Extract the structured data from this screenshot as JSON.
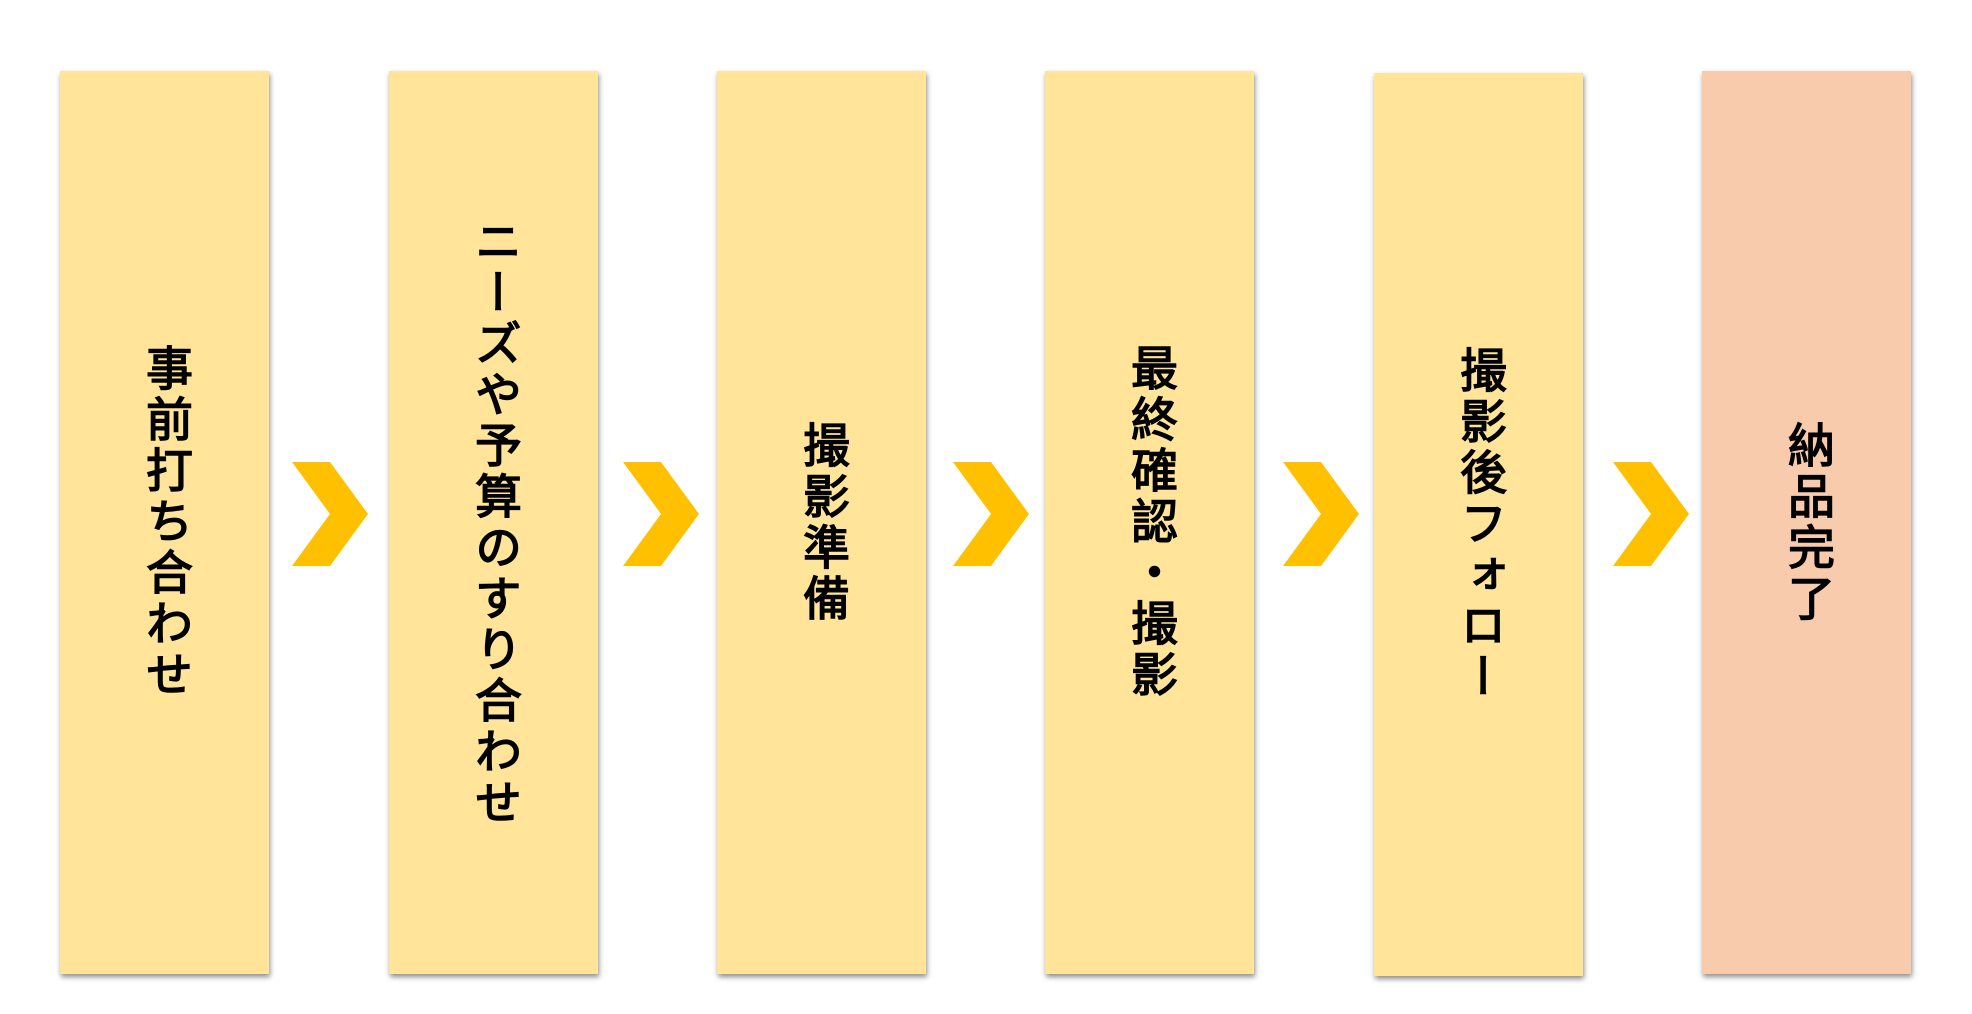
{
  "colors": {
    "step_fill": "#FFE499",
    "final_step_fill": "#F8CBAD",
    "chevron": "#FFC000",
    "text": "#000000",
    "background": "#FFFFFF"
  },
  "flow": {
    "steps": [
      {
        "label": "事前打ち合わせ"
      },
      {
        "label": "ニーズや予算のすり合わせ"
      },
      {
        "label": "撮影準備"
      },
      {
        "label": "最終確認・撮影"
      },
      {
        "label": "撮影後フォロー"
      },
      {
        "label": "納品完了"
      }
    ],
    "connectors": [
      {
        "icon": "chevron-right-icon"
      },
      {
        "icon": "chevron-right-icon"
      },
      {
        "icon": "chevron-right-icon"
      },
      {
        "icon": "chevron-right-icon"
      },
      {
        "icon": "chevron-right-icon"
      }
    ]
  }
}
